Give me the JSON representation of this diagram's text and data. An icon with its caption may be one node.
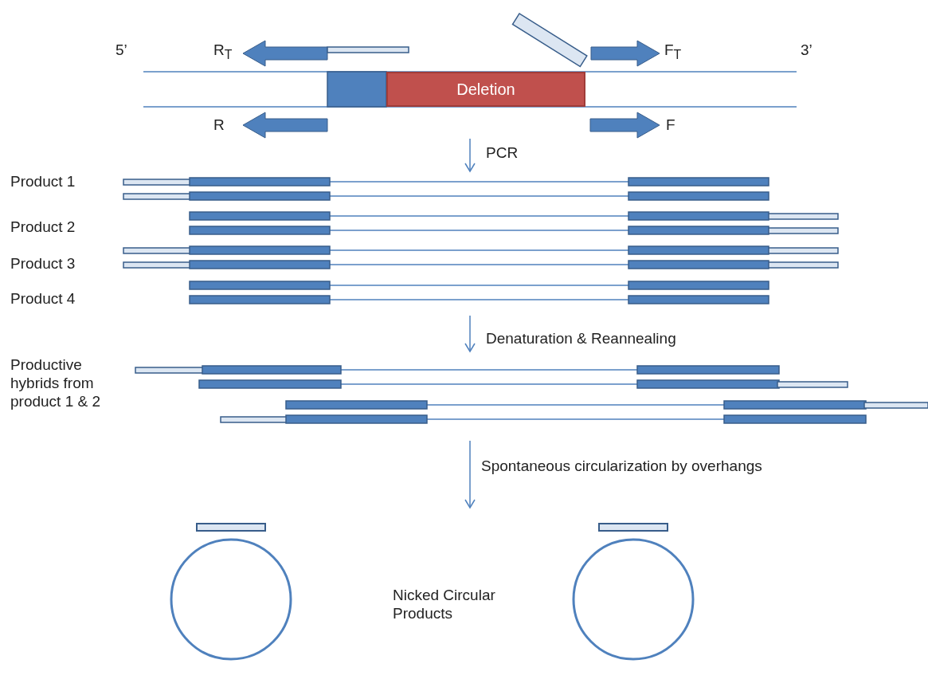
{
  "diagram": {
    "nodes": [
      {
        "text": [
          "Deletion"
        ]
      }
    ],
    "labels": [
      "5’",
      "R$_{T}$",
      "F$_{T}$",
      "3’",
      "R",
      "F",
      "PCR",
      "Product 1",
      "Product 2",
      "Product 3",
      "Product 4",
      "Denaturation & Reannealing",
      "Productive hybrids from product 1 & 2",
      "Spontaneous circularization by overhangs",
      "Nicked Circular Products"
    ]
  }
}
